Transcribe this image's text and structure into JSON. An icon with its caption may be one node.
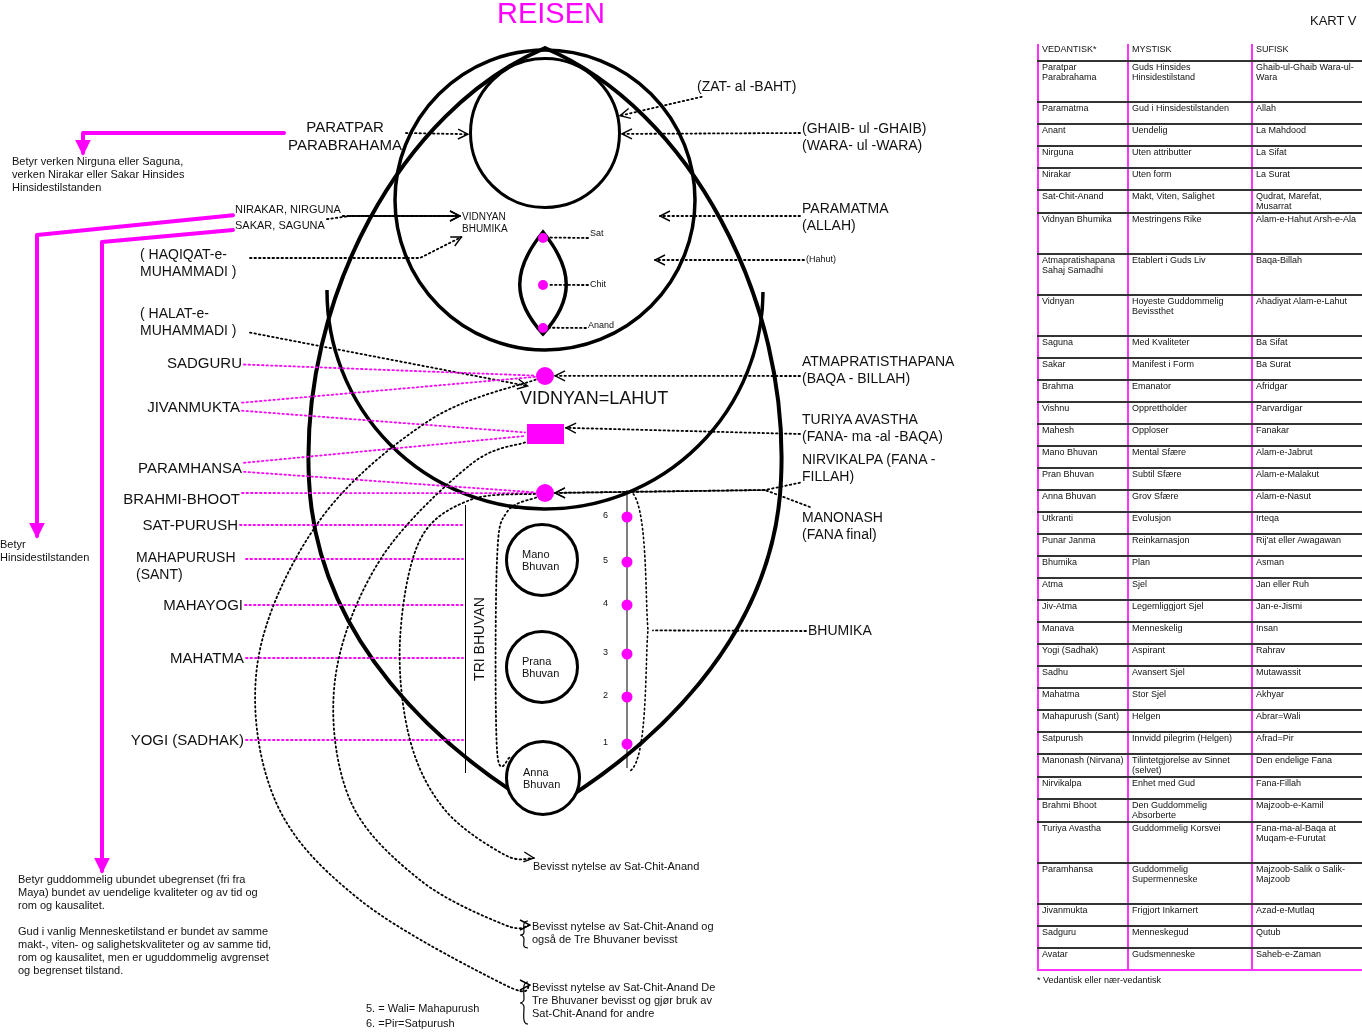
{
  "diagram": {
    "title": "REISEN",
    "nodes": [
      {
        "text": [
          "(ZAT- al -BAHT)"
        ]
      },
      {
        "text": [
          "PARATPAR PARABRAHAMA"
        ]
      },
      {
        "text": [
          "(GHAIB- ul -GHAIB) (WARA- ul -WARA)"
        ]
      },
      {
        "text": [
          "Betyr verken Nirguna eller Saguna, verken Nirakar eller Sakar Hinsides Hinsidestilstanden"
        ]
      },
      {
        "text": [
          "NIRAKAR, NIRGUNA"
        ]
      },
      {
        "text": [
          "PARAMATMA (ALLAH)"
        ]
      },
      {
        "text": [
          "SAKAR, SAGUNA"
        ]
      },
      {
        "text": [],
        "shape": "circle"
      },
      {
        "text": [
          "Sat"
        ]
      },
      {
        "text": [
          "( HAQIQAT-e- MUHAMMADI )"
        ]
      },
      {
        "text": [
          "(Hahut)"
        ]
      },
      {
        "text": [],
        "shape": "circle"
      },
      {
        "text": [
          "Chit"
        ]
      },
      {
        "text": [
          "( HALAT-e- MUHAMMADI )"
        ]
      },
      {
        "text": [],
        "shape": "circle"
      },
      {
        "text": [
          "Anand"
        ]
      },
      {
        "text": [
          "SADGURU"
        ]
      },
      {
        "text": [
          "ATMAPRATISTHAPANA (BAQA - BILLAH)"
        ]
      },
      {
        "text": [],
        "shape": "circle"
      },
      {
        "text": [
          "VIDNYAN=LAHUT"
        ]
      },
      {
        "text": [
          "JIVANMUKTA"
        ]
      },
      {
        "text": [
          "TURIYA AVASTHA (FANA- ma -al -BAQA)"
        ]
      },
      {
        "text": [],
        "shape": "box"
      },
      {
        "text": [
          "NIRVIKALPA (FANA - FILLAH)"
        ]
      },
      {
        "text": [
          "PARAMHANSA"
        ]
      },
      {
        "text": [],
        "shape": "circle"
      },
      {
        "text": [
          "BRAHMI-BHOOT"
        ]
      },
      {
        "text": [
          "MANONASH (FANA final)"
        ]
      },
      {
        "text": [
          "SAT-PURUSH"
        ]
      },
      {
        "text": [
          "Betyr Hinsidestilstanden"
        ]
      },
      {
        "text": [
          "Mano Bhuvan"
        ]
      },
      {
        "text": [
          "MAHAPURUSH (SANT)"
        ]
      },
      {
        "text": [
          "MAHAYOGI"
        ]
      },
      {
        "text": [
          "BHUMIKA"
        ]
      },
      {
        "text": [
          "MAHATMA"
        ]
      },
      {
        "text": [
          "Prana Bhuvan"
        ]
      },
      {
        "text": [
          "YOGI (SADHAK)"
        ]
      },
      {
        "text": [
          "Anna Bhuvan"
        ]
      },
      {
        "text": [
          "Bevisst nytelse av Sat-Chit-Anand"
        ]
      },
      {
        "text": [
          "Betyr guddommelig ubundet ubegrenset (fri fra Maya) bundet av uendelige kvaliteter og av tid og rom og kausalitet.",
          "Gud i vanlig Mennesketilstand er bundet av samme makt-, viten- og salighetskvaliteter og av samme tid, rom og kausalitet, men er uguddommelig avgrenset og begrenset tilstand."
        ]
      },
      {
        "text": [
          "Bevisst nytelse av Sat-Chit-Anand og også de Tre Bhuvaner bevisst"
        ]
      },
      {
        "text": [
          "Bevisst nytelse av Sat-Chit-Anand De Tre Bhuvaner bevisst og gjør bruk av Sat-Chit-Anand for andre"
        ]
      },
      {
        "text": [
          "TRI BHUVAN"
        ]
      },
      {
        "text": [],
        "shape": "bracket"
      },
      {
        "text": [],
        "shape": "circle"
      },
      {
        "text": [
          "VIDNYAN BHUMIKA"
        ]
      }
    ],
    "edges": [
      {
        "from": 0,
        "to": 7,
        "arrow": "to",
        "style": "dashed"
      },
      {
        "from": 1,
        "to": 7,
        "arrow": "to",
        "style": "dashed"
      },
      {
        "from": 1,
        "to": 3,
        "arrow": "to",
        "style": "thick",
        "color": "#ff00ff"
      },
      {
        "from": 2,
        "to": 7,
        "arrow": "to",
        "style": "dashed"
      },
      {
        "from": 4,
        "to": 45,
        "arrow": "to",
        "style": "dashed"
      },
      {
        "from": 6,
        "to": 45,
        "arrow": "to",
        "style": "dashed"
      },
      {
        "from": 4,
        "to": 29,
        "arrow": "to",
        "style": "thick",
        "color": "#ff00ff"
      },
      {
        "from": 6,
        "to": 39,
        "arrow": "to",
        "style": "thick",
        "color": "#ff00ff"
      },
      {
        "from": 5,
        "to": null,
        "arrow": "to",
        "style": "dashed"
      },
      {
        "from": 8,
        "to": 11,
        "arrow": "none",
        "style": "dashed"
      },
      {
        "from": 9,
        "to": 45,
        "arrow": "to",
        "style": "dashed"
      },
      {
        "from": 10,
        "to": null,
        "arrow": "to",
        "style": "dashed"
      },
      {
        "from": 12,
        "to": 14,
        "arrow": "none",
        "style": "dashed"
      },
      {
        "from": 13,
        "to": 19,
        "arrow": "to",
        "style": "dashed"
      },
      {
        "from": 15,
        "to": 18,
        "arrow": "none",
        "style": "dashed"
      },
      {
        "from": 16,
        "to": 25,
        "arrow": "none",
        "style": "dashed",
        "color": "#ff00ff"
      },
      {
        "from": 17,
        "to": 25,
        "arrow": "to",
        "style": "dashed"
      },
      {
        "from": 20,
        "to": 25,
        "arrow": "none",
        "style": "dashed",
        "color": "#ff00ff"
      },
      {
        "from": 20,
        "to": 22,
        "arrow": "none",
        "style": "dashed",
        "color": "#ff00ff"
      },
      {
        "from": 21,
        "to": 22,
        "arrow": "to",
        "style": "dashed"
      },
      {
        "from": 23,
        "to": 44,
        "arrow": "to",
        "style": "dashed"
      },
      {
        "from": 24,
        "to": 22,
        "arrow": "none",
        "style": "dashed",
        "color": "#ff00ff"
      },
      {
        "from": 24,
        "to": 44,
        "arrow": "none",
        "style": "dashed",
        "color": "#ff00ff"
      },
      {
        "from": 26,
        "to": 44,
        "arrow": "none",
        "style": "dashed",
        "color": "#ff00ff"
      },
      {
        "from": 27,
        "to": 44,
        "arrow": "to",
        "style": "dashed"
      },
      {
        "from": 28,
        "to": 42,
        "arrow": "none",
        "style": "dashed",
        "color": "#ff00ff"
      },
      {
        "from": 31,
        "to": 42,
        "arrow": "none",
        "style": "dashed",
        "color": "#ff00ff"
      },
      {
        "from": 32,
        "to": 42,
        "arrow": "none",
        "style": "dashed",
        "color": "#ff00ff"
      },
      {
        "from": 33,
        "to": 43,
        "arrow": "none",
        "style": "dashed"
      },
      {
        "from": 34,
        "to": 42,
        "arrow": "none",
        "style": "dashed",
        "color": "#ff00ff"
      },
      {
        "from": 36,
        "to": 42,
        "arrow": "none",
        "style": "dashed",
        "color": "#ff00ff"
      },
      {
        "from": 44,
        "to": 38,
        "arrow": "to",
        "style": "dashed"
      },
      {
        "from": 22,
        "to": 40,
        "arrow": "to",
        "style": "dashed"
      },
      {
        "from": 25,
        "to": 41,
        "arrow": "to",
        "style": "dashed"
      },
      {
        "from": 44,
        "to": 37,
        "arrow": "none",
        "style": "dashed"
      }
    ],
    "labels": [
      "KART V",
      "6",
      "5",
      "4",
      "3",
      "2",
      "1",
      "5. = Wali= Mahapurush",
      "6. =Pir=Satpurush",
      "VEDANTISK*",
      "MYSTISK",
      "SUFISK",
      "Paratpar Parabrahama",
      "Guds Hinsides Hinsidestilstand",
      "Ghaib-ul-Ghaib Wara-ul-Wara",
      "Paramatma",
      "Gud i Hinsidestilstanden",
      "Allah",
      "Anant",
      "Uendelig",
      "La Mahdood",
      "Nirguna",
      "Uten attributter",
      "La Sifat",
      "Nirakar",
      "Uten form",
      "La Surat",
      "Sat-Chit-Anand",
      "Makt, Viten, Salighet",
      "Qudrat, Marefat, Musarrat",
      "Vidnyan Bhumika",
      "Mestringens Rike",
      "Alam-e-Hahut Arsh-e-Ala",
      "Atmapratishapana Sahaj Samadhi",
      "Etablert i Guds Liv",
      "Baqa-Billah",
      "Vidnyan",
      "Hoyeste Guddommelig Bevissthet",
      "Ahadiyat Alam-e-Lahut",
      "Saguna",
      "Med Kvaliteter",
      "Ba Sifat",
      "Sakar",
      "Manifest i Form",
      "Ba Surat",
      "Brahma",
      "Emanator",
      "Afridgar",
      "Vishnu",
      "Opprettholder",
      "Parvardigar",
      "Mahesh",
      "Opploser",
      "Fanakar",
      "Mano Bhuvan",
      "Mental Sfære",
      "Alam-e-Jabrut",
      "Pran Bhuvan",
      "Subtil Sfære",
      "Alam-e-Malakut",
      "Anna Bhuvan",
      "Grov Sfære",
      "Alam-e-Nasut",
      "Utkranti",
      "Evolusjon",
      "Irteqa",
      "Punar Janma",
      "Reinkarnasjon",
      "Rij'at eller Awagawan",
      "Bhumika",
      "Plan",
      "Asman",
      "Atma",
      "Sjel",
      "Jan eller Ruh",
      "Jiv-Atma",
      "Legemliggjort Sjel",
      "Jan-e-Jismi",
      "Manava",
      "Menneskelig",
      "Insan",
      "Yogi (Sadhak)",
      "Aspirant",
      "Rahrav",
      "Sadhu",
      "Avansert Sjel",
      "Mutawassit",
      "Mahatma",
      "Stor Sjel",
      "Akhyar",
      "Mahapurush (Sant)",
      "Helgen",
      "Abrar=Wali",
      "Satpurush",
      "Innvidd pilegrim (Helgen)",
      "Afrad=Pir",
      "Manonash (Nirvana)",
      "Tilintetgjorelse av Sinnet (selvet)",
      "Den endelige Fana",
      "Nirvikalpa",
      "Enhet med Gud",
      "Fana-Fillah",
      "Brahmi Bhoot",
      "Den Guddommelig Absorberte",
      "Majzoob-e-Kamil",
      "Turiya Avastha",
      "Guddommelig Korsvei",
      "Fana-ma-al-Baqa at Muqam-e-Furutat",
      "Paramhansa",
      "Guddommelig Supermenneske",
      "Majzoob-Salik o Salik-Majzoob",
      "Jivanmukta",
      "Frigjort Inkarnert",
      "Azad-e-Mutlaq",
      "Sadguru",
      "Menneskegud",
      "Qutub",
      "Avatar",
      "Gudsmenneske",
      "Saheb-e-Zaman",
      "* Vedantisk eller nær-vedantisk"
    ]
  }
}
